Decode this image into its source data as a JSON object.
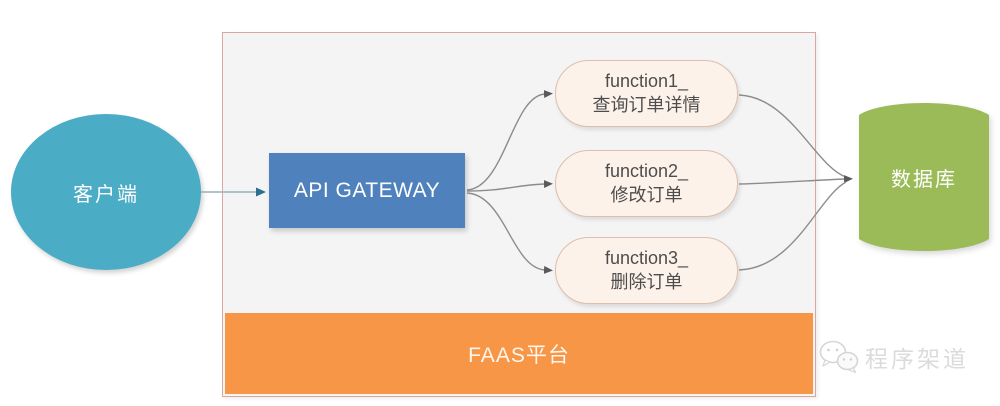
{
  "diagram": {
    "client": {
      "label": "客户端"
    },
    "gateway": {
      "label": "API GATEWAY"
    },
    "functions": [
      {
        "line1": "function1_",
        "line2": "查询订单详情"
      },
      {
        "line1": "function2_",
        "line2": "修改订单"
      },
      {
        "line1": "function3_",
        "line2": "删除订单"
      }
    ],
    "database": {
      "label": "数据库"
    },
    "platform": {
      "label": "FAAS平台"
    },
    "watermark": {
      "label": "程序架道",
      "icon": "wechat-icon"
    }
  },
  "colors": {
    "client_fill": "#4BACC6",
    "gateway_fill": "#4F81BD",
    "function_fill": "#FDF2EA",
    "function_border": "#DDBFAB",
    "database_fill": "#9BBB59",
    "platform_fill": "#F79646",
    "container_fill": "#F4F4F5",
    "container_border": "#D8A7A2",
    "connector_gray": "#8C8C8C",
    "connector_teal_head": "#2E6E8E",
    "text_dark": "#4D4D4D",
    "watermark_gray": "#DBDBDB"
  }
}
